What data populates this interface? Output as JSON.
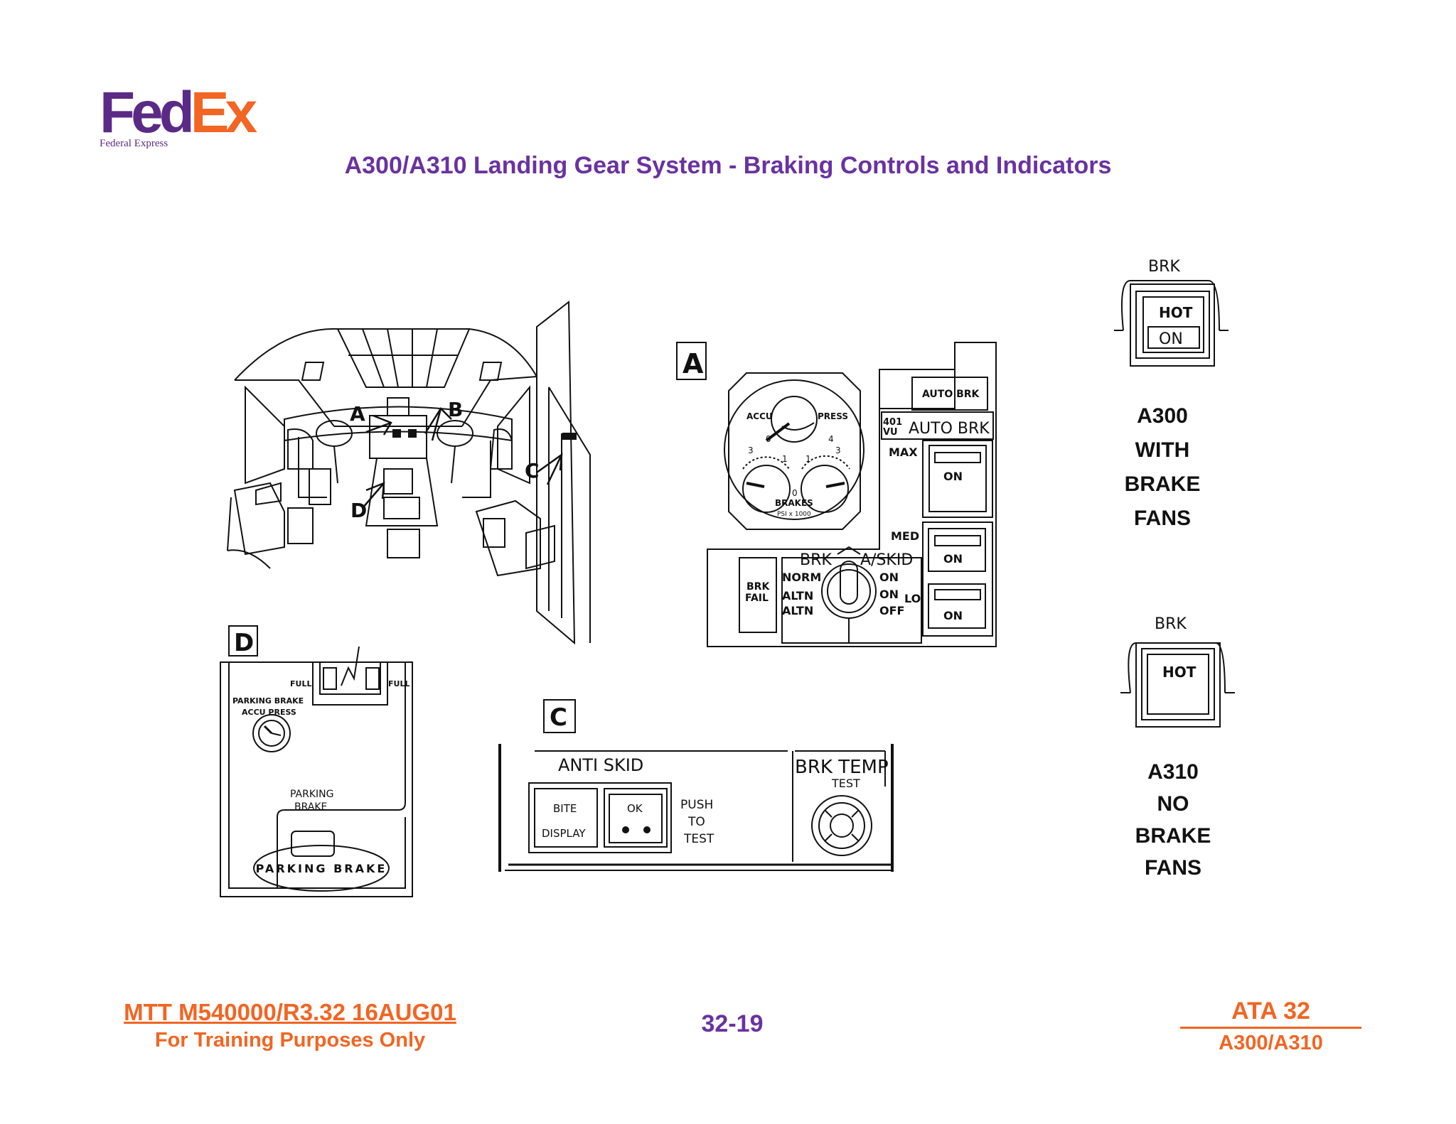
{
  "logo": {
    "primary_1": "Fed",
    "primary_2": "Ex",
    "secondary": "Federal Express"
  },
  "title": "A300/A310 Landing Gear System - Braking Controls and Indicators",
  "cockpit": {
    "labels": [
      "A",
      "B",
      "C",
      "D"
    ]
  },
  "panel_a": {
    "box_label": "A",
    "gauge": {
      "accu": "ACCU",
      "press": "PRESS",
      "brakes": "BRAKES",
      "units": "PSI x 1000",
      "ticks": [
        "0",
        "3",
        "4",
        "1",
        "3",
        "1",
        "0"
      ]
    },
    "auto_brk_top": "AUTO BRK",
    "vu": "401\nVU",
    "auto_brk": "AUTO BRK",
    "max": "MAX",
    "med": "MED",
    "lo": "LO",
    "on_1": "ON",
    "on_2": "ON",
    "on_3": "ON",
    "brk_fail": "BRK\nFAIL",
    "brk": "BRK",
    "askid": "A/SKID",
    "norm": "NORM",
    "altn_1": "ALTN",
    "altn_2": "ALTN",
    "sw_on_1": "ON",
    "sw_on_2": "ON",
    "sw_off": "OFF"
  },
  "panel_c": {
    "box_label": "C",
    "anti_skid": "ANTI SKID",
    "bite": "BITE",
    "display": "DISPLAY",
    "ok": "OK",
    "push": "PUSH",
    "to": "TO",
    "test": "TEST",
    "brk_temp": "BRK TEMP",
    "test_small": "TEST"
  },
  "panel_d": {
    "box_label": "D",
    "full_left": "FULL",
    "full_right": "FULL",
    "accu_label_1": "PARKING BRAKE",
    "accu_label_2": "ACCU PRESS",
    "parking_1": "PARKING",
    "parking_2": "BRAKE",
    "handle_text": "PARKING BRAKE"
  },
  "brk_a300": {
    "brk": "BRK",
    "hot": "HOT",
    "on": "ON"
  },
  "caption_a300": [
    "A300",
    "WITH",
    "BRAKE",
    "FANS"
  ],
  "brk_a310": {
    "brk": "BRK",
    "hot": "HOT"
  },
  "caption_a310": [
    "A310",
    "NO",
    "BRAKE",
    "FANS"
  ],
  "footer": {
    "doc": "MTT M540000/R3.32 16AUG01",
    "training": "For Training Purposes Only",
    "page": "32-19",
    "ata": "ATA 32",
    "model": "A300/A310"
  },
  "colors": {
    "purple": "#6a32a0",
    "orange": "#f26522",
    "logo_purple": "#5b2a86"
  }
}
